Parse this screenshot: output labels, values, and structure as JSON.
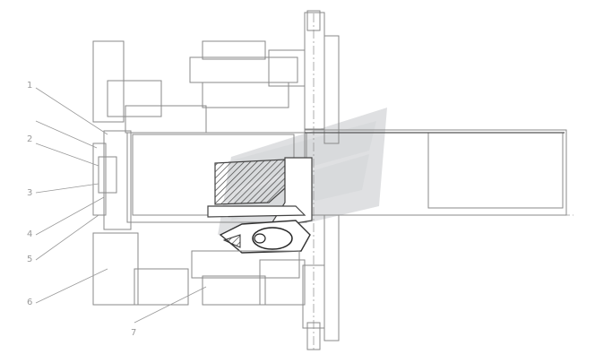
{
  "drawing": {
    "callouts": [
      "1",
      "2",
      "3",
      "4",
      "5",
      "6",
      "7"
    ],
    "colors": {
      "line": "#8a8a8a",
      "hatch": "#b0b0b0",
      "watermark": "#b8bcbf",
      "background": "#ffffff"
    }
  }
}
